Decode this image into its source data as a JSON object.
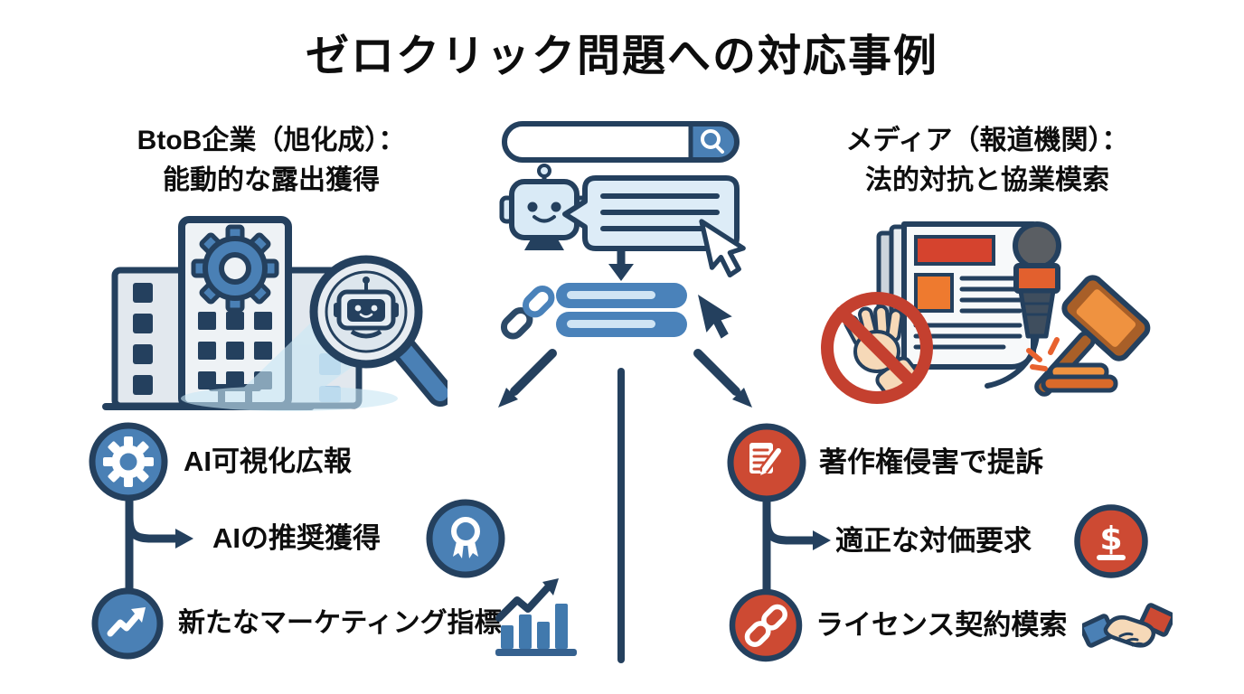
{
  "title": "ゼロクリック問題への対応事例",
  "left_section": {
    "heading": "BtoB企業（旭化成）：\n能動的な露出獲得",
    "illustration": "company-building-with-gear-and-ai-magnifier",
    "items": [
      {
        "label": "AI可視化広報",
        "icon": "gear-icon"
      },
      {
        "label": "AIの推奨獲得",
        "icon": "medal-icon"
      },
      {
        "label": "新たなマーケティング指標",
        "icon": "trend-up-icon",
        "trailing_icon": "bar-chart-icon"
      }
    ]
  },
  "right_section": {
    "heading": "メディア（報道機関）：\n法的対抗と協業模索",
    "illustration": "newspaper-ban-hand-microphone-gavel",
    "dollar_symbol": "$",
    "items": [
      {
        "label": "著作権侵害で提訴",
        "icon": "document-pencil-icon"
      },
      {
        "label": "適正な対価要求",
        "icon": "dollar-icon"
      },
      {
        "label": "ライセンス契約模索",
        "icon": "link-icon",
        "trailing_icon": "handshake-icon"
      }
    ]
  },
  "center": {
    "illustration": "search-bar-ai-answer-flow",
    "icons": [
      "search-bar-icon",
      "robot-icon",
      "speech-bubble-icon",
      "cursor-icon",
      "down-arrow-icon",
      "link-icon",
      "result-bars-icon",
      "cursor-solid-icon"
    ]
  },
  "colors": {
    "navy": "#24405e",
    "blue_circle": "#4a80b5",
    "bar_blue": "#4a82ba",
    "light_blue": "#d9eaf6",
    "bubble_blue": "#ddecf7",
    "red_circle": "#cd4a33",
    "ban_red": "#c4402f",
    "newspaper_red": "#d5432e",
    "orange": "#ee7a2f",
    "gavel_brown": "#a85f28",
    "gavel_orange": "#ef9240",
    "skin": "#f6d9b8",
    "mic_gray": "#5a5e63"
  }
}
